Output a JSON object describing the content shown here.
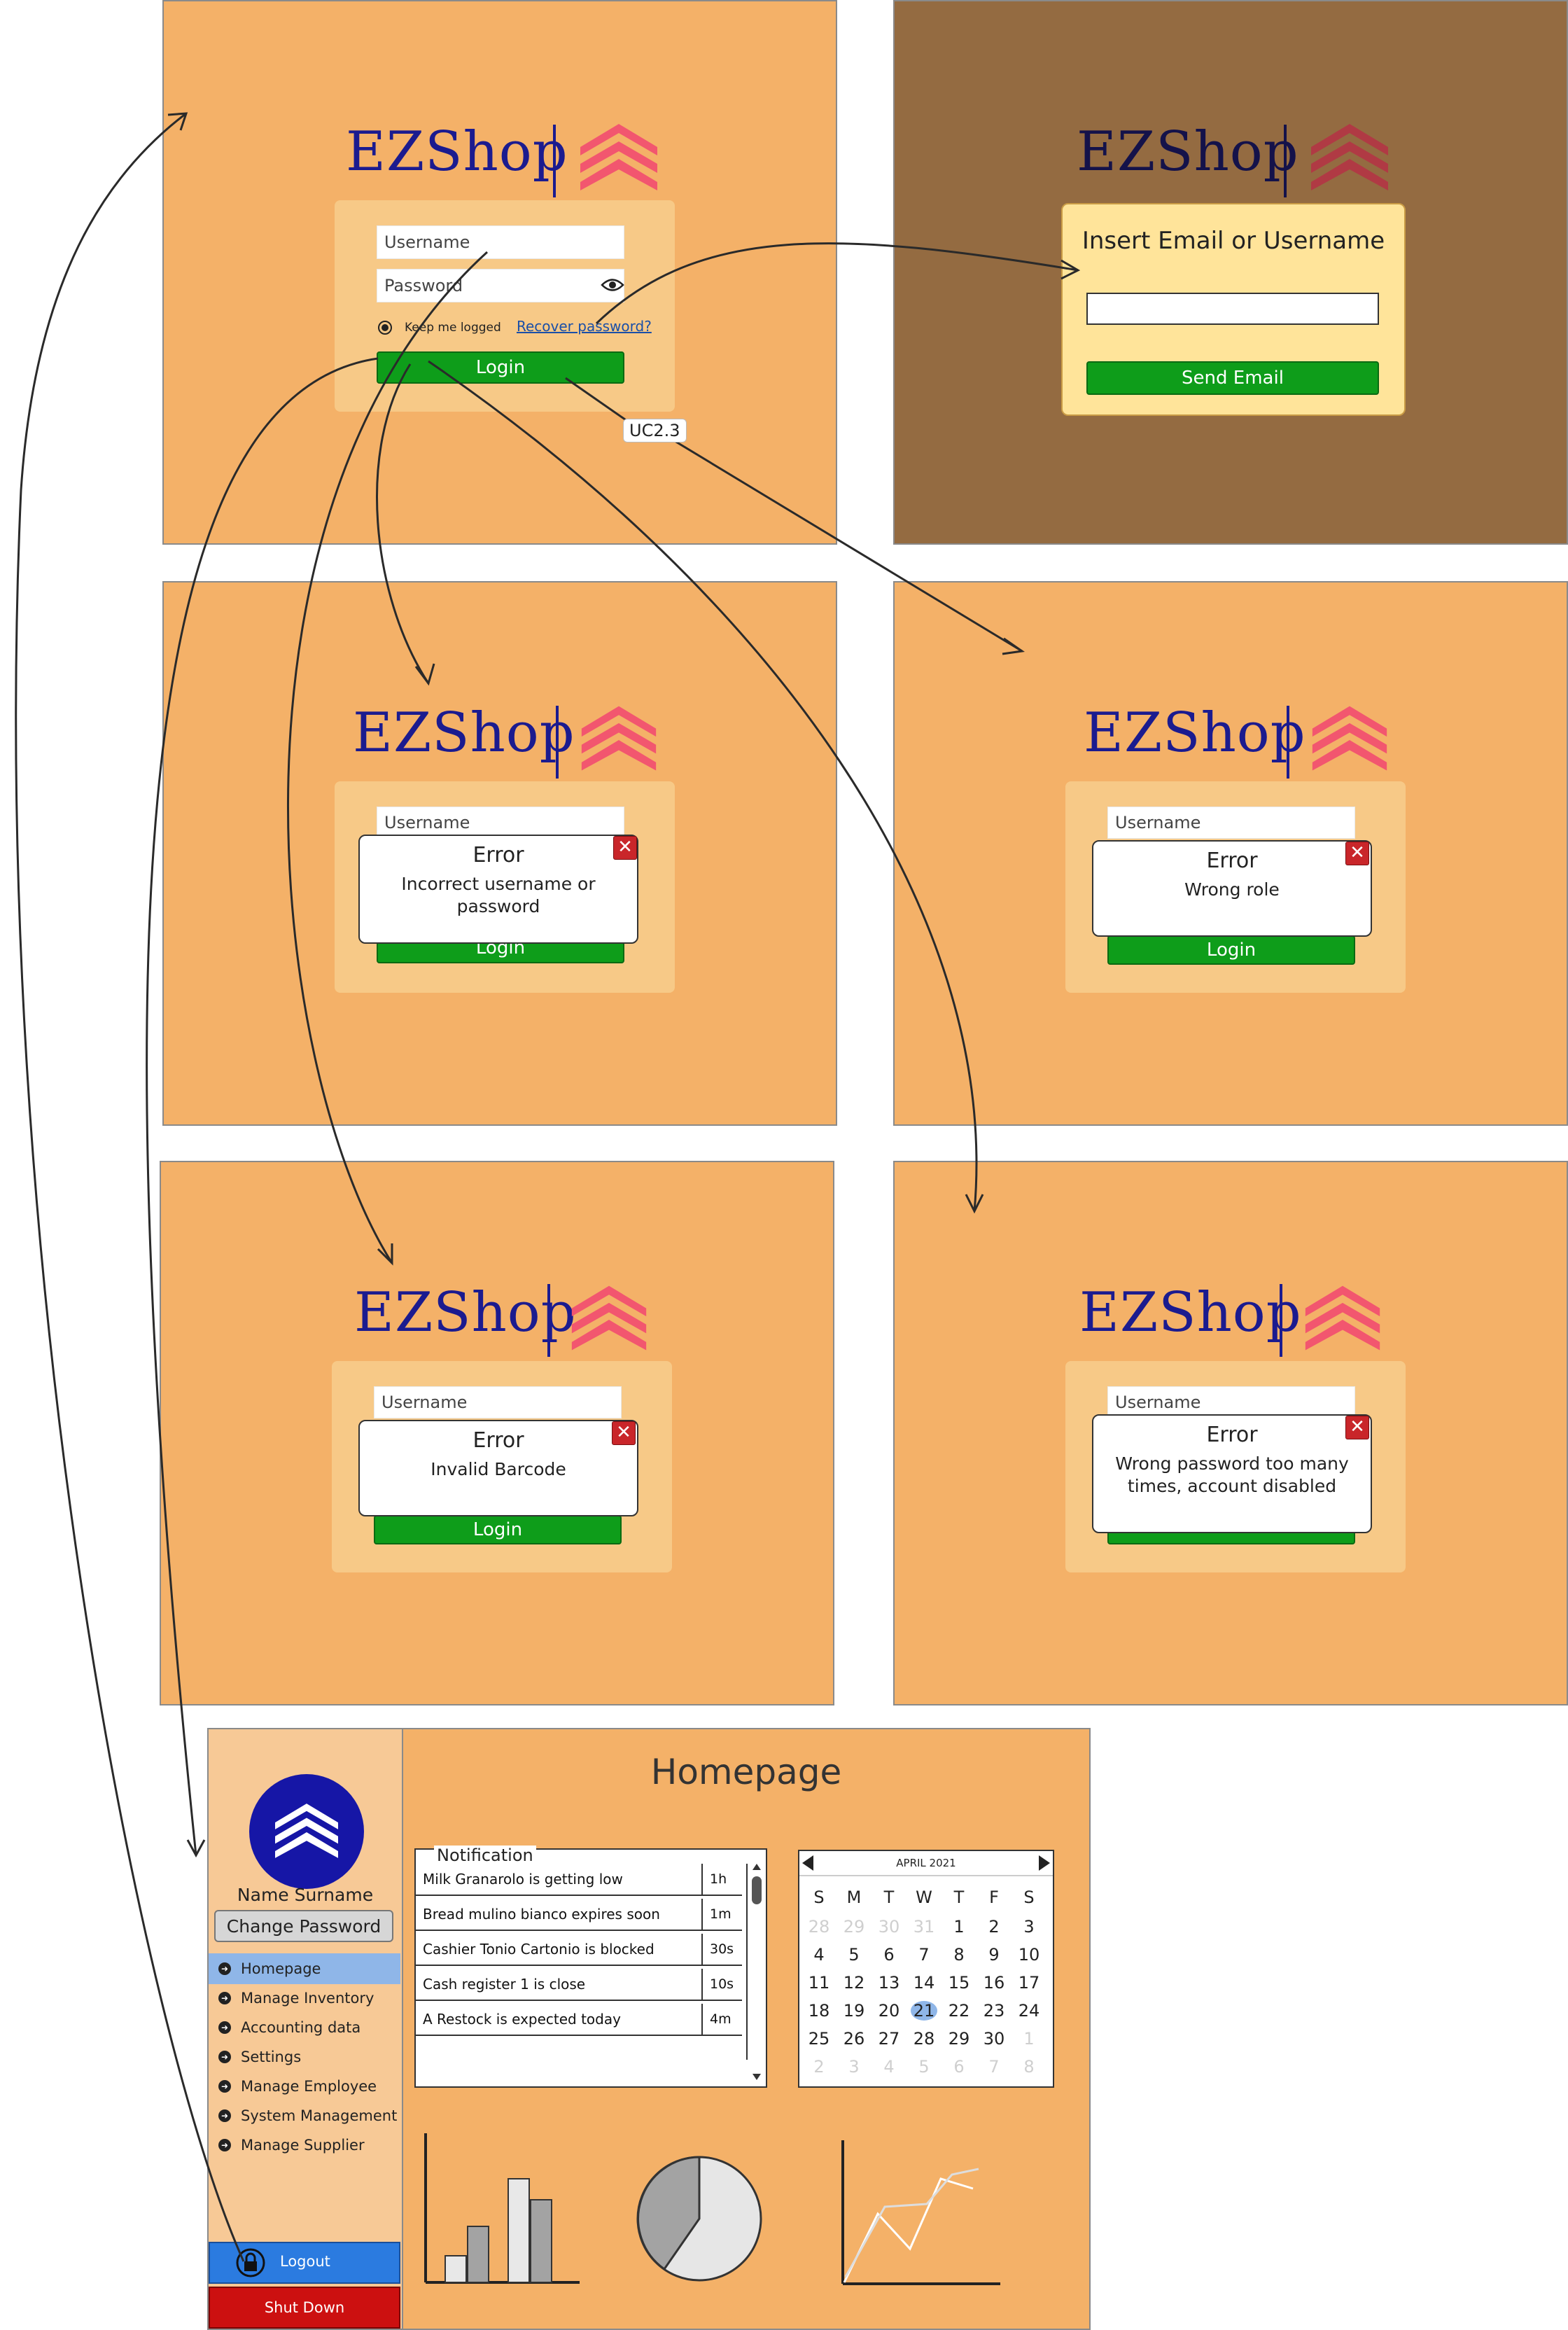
{
  "brand": "EZShop",
  "login": {
    "username_placeholder": "Username",
    "password_placeholder": "Password",
    "keep_logged": "Keep me logged",
    "recover": "Recover password?",
    "login_button": "Login"
  },
  "recover_screen": {
    "title": "Insert Email or Username",
    "send_button": "Send Email"
  },
  "uc_label": "UC2.3",
  "errors": {
    "title": "Error",
    "close": "✕",
    "incorrect": "Incorrect username or password",
    "wrong_role": "Wrong role",
    "invalid_barcode": "Invalid Barcode",
    "disabled": "Wrong password too many times, account disabled"
  },
  "homepage": {
    "title": "Homepage",
    "user_name": "Name Surname",
    "change_password": "Change Password",
    "menu": [
      "Homepage",
      "Manage Inventory",
      "Accounting data",
      "Settings",
      "Manage Employee",
      "System Management",
      "Manage Supplier"
    ],
    "active_menu": "Homepage",
    "logout": "Logout",
    "shutdown": "Shut Down",
    "notification_title": "Notification",
    "notifications": [
      {
        "text": "Milk Granarolo is getting low",
        "time": "1h"
      },
      {
        "text": "Bread mulino bianco expires soon",
        "time": "1m"
      },
      {
        "text": "Cashier Tonio Cartonio is blocked",
        "time": "30s"
      },
      {
        "text": "Cash register 1 is close",
        "time": "10s"
      },
      {
        "text": "A Restock is expected today",
        "time": "4m"
      }
    ],
    "calendar": {
      "month": "APRIL 2021",
      "weekdays": [
        "S",
        "M",
        "T",
        "W",
        "T",
        "F",
        "S"
      ],
      "selected": "21",
      "weeks": [
        [
          "28",
          "29",
          "30",
          "31",
          "1",
          "2",
          "3"
        ],
        [
          "4",
          "5",
          "6",
          "7",
          "8",
          "9",
          "10"
        ],
        [
          "11",
          "12",
          "13",
          "14",
          "15",
          "16",
          "17"
        ],
        [
          "18",
          "19",
          "20",
          "21",
          "22",
          "23",
          "24"
        ],
        [
          "25",
          "26",
          "27",
          "28",
          "29",
          "30",
          "1"
        ],
        [
          "2",
          "3",
          "4",
          "5",
          "6",
          "7",
          "8"
        ]
      ],
      "muted_first_row": 4,
      "muted_fifth_row_from": 6,
      "muted_last_row": true
    },
    "colors": {
      "active_menu": "#8fb6e8",
      "logout": "#2b7be0",
      "shutdown": "#cc1010",
      "avatar": "#1616a6"
    }
  },
  "colors": {
    "frame": "#f4b168",
    "frame_dark": "#946b41",
    "panel": "#f7c987",
    "button_green": "#0e9d1a",
    "brand_text": "#1b1b8f",
    "logo": "#f2566f"
  }
}
